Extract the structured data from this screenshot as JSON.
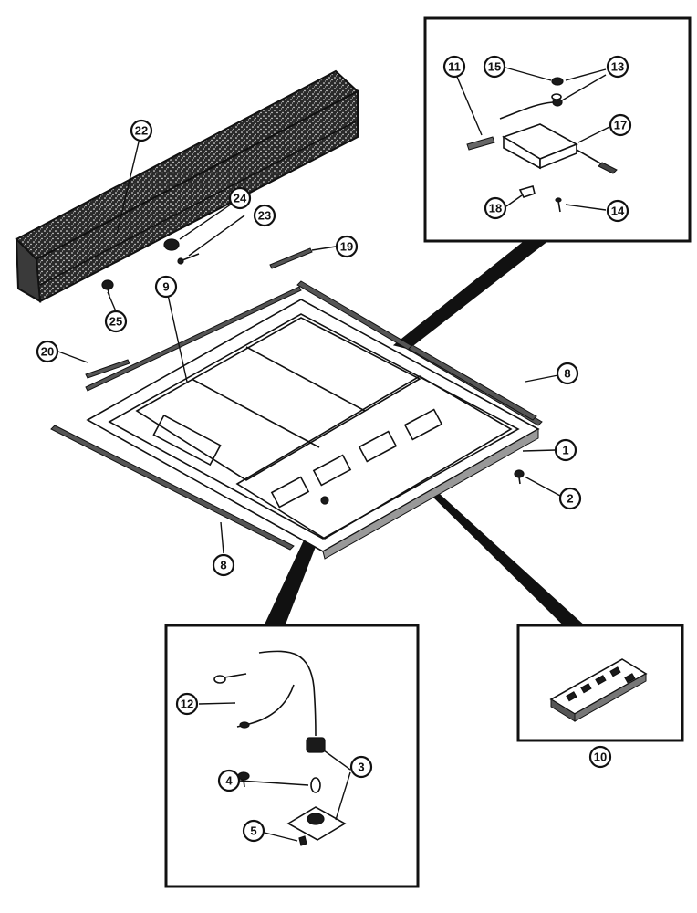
{
  "callouts": {
    "c1": "1",
    "c2": "2",
    "c3": "3",
    "c4": "4",
    "c5": "5",
    "c8a": "8",
    "c8b": "8",
    "c9": "9",
    "c10": "10",
    "c11": "11",
    "c12": "12",
    "c13": "13",
    "c14": "14",
    "c15": "15",
    "c17": "17",
    "c18": "18",
    "c19": "19",
    "c20": "20",
    "c22": "22",
    "c23": "23",
    "c24": "24",
    "c25": "25"
  }
}
